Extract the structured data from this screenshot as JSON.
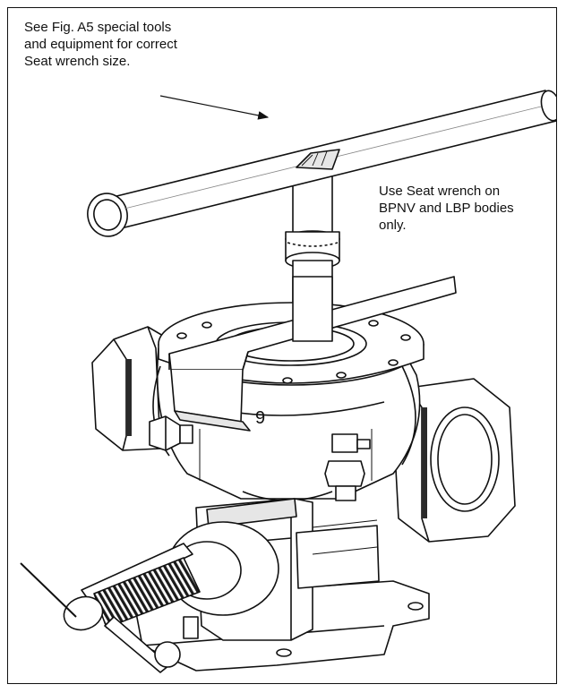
{
  "callouts": {
    "wrench_size": "See Fig. A5 special tools\nand equipment for correct\nSeat wrench size.",
    "usage": "Use Seat wrench on\nBPNV and LBP bodies\nonly."
  },
  "marking": "9",
  "colors": {
    "line": "#111111",
    "fill": "#ffffff",
    "shade": "#e6e6e6",
    "dark": "#2a2a2a"
  }
}
